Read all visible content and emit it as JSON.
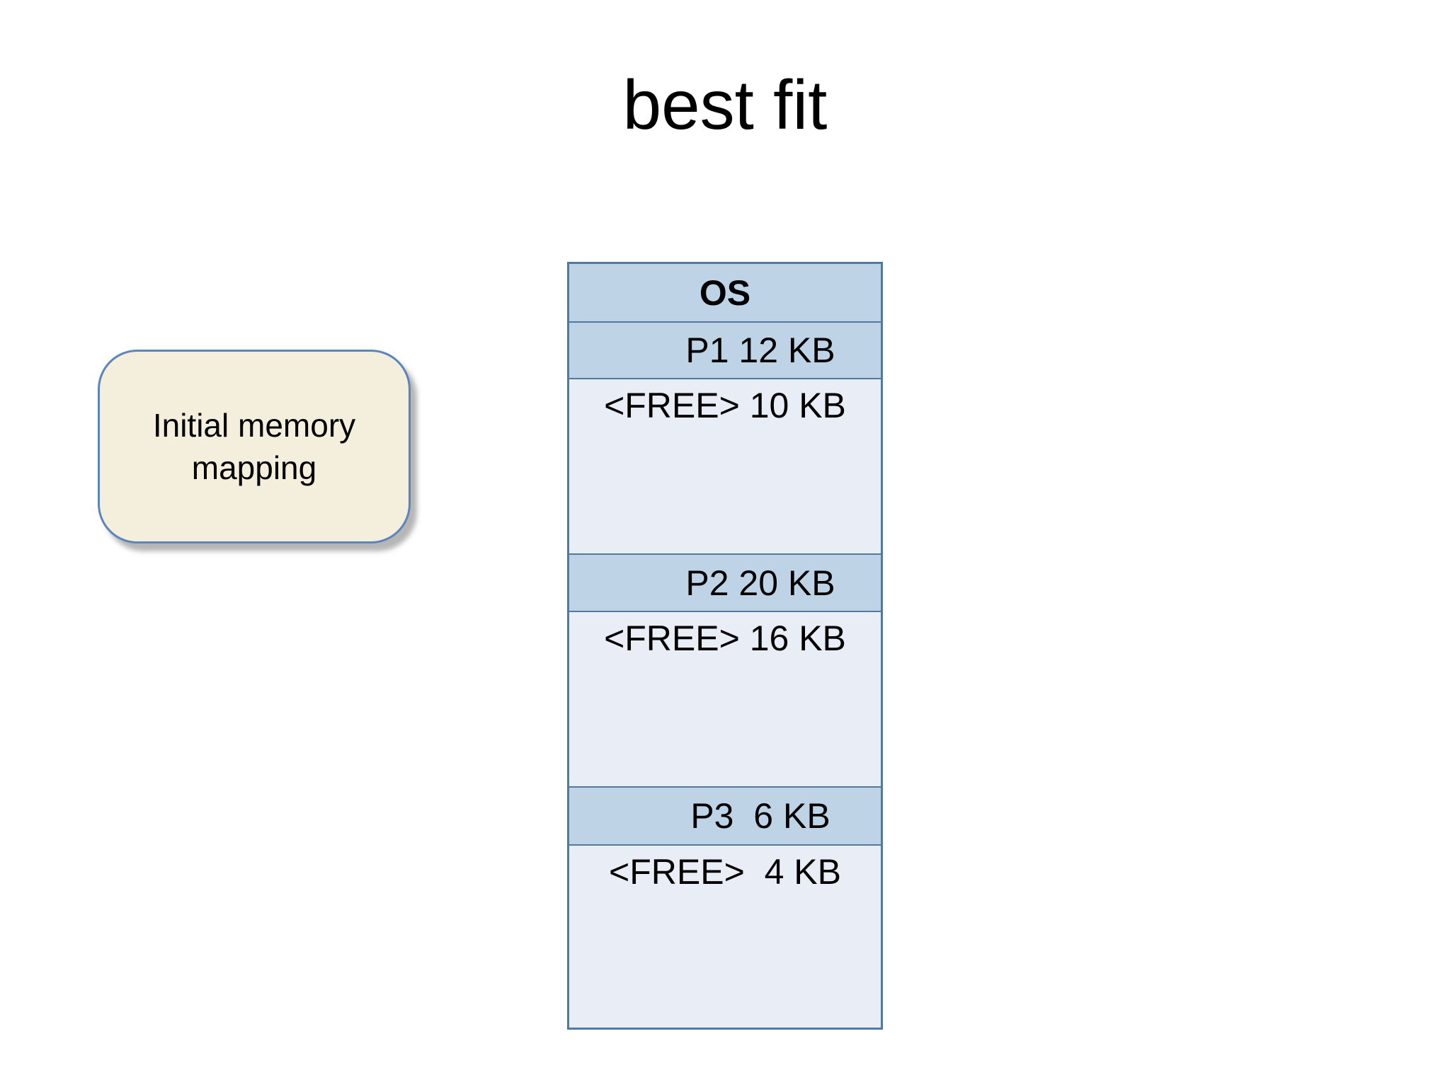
{
  "slide": {
    "title": "best fit"
  },
  "callout": {
    "label": "Initial memory mapping"
  },
  "memory_map": {
    "segments": [
      {
        "label": "OS",
        "type": "os"
      },
      {
        "label": "P1 12 KB",
        "type": "process"
      },
      {
        "label": "<FREE> 10 KB",
        "type": "free"
      },
      {
        "label": "P2 20 KB",
        "type": "process"
      },
      {
        "label": "<FREE> 16 KB",
        "type": "free"
      },
      {
        "label": "P3  6 KB",
        "type": "process"
      },
      {
        "label": "<FREE>  4 KB",
        "type": "free"
      }
    ]
  },
  "colors": {
    "segment_fill": "#bed3e5",
    "free_fill": "#e9eef6",
    "table_border": "#54799e",
    "callout_fill": "#f4efdc",
    "callout_border": "#5c85bd",
    "title_color": "#000000"
  }
}
